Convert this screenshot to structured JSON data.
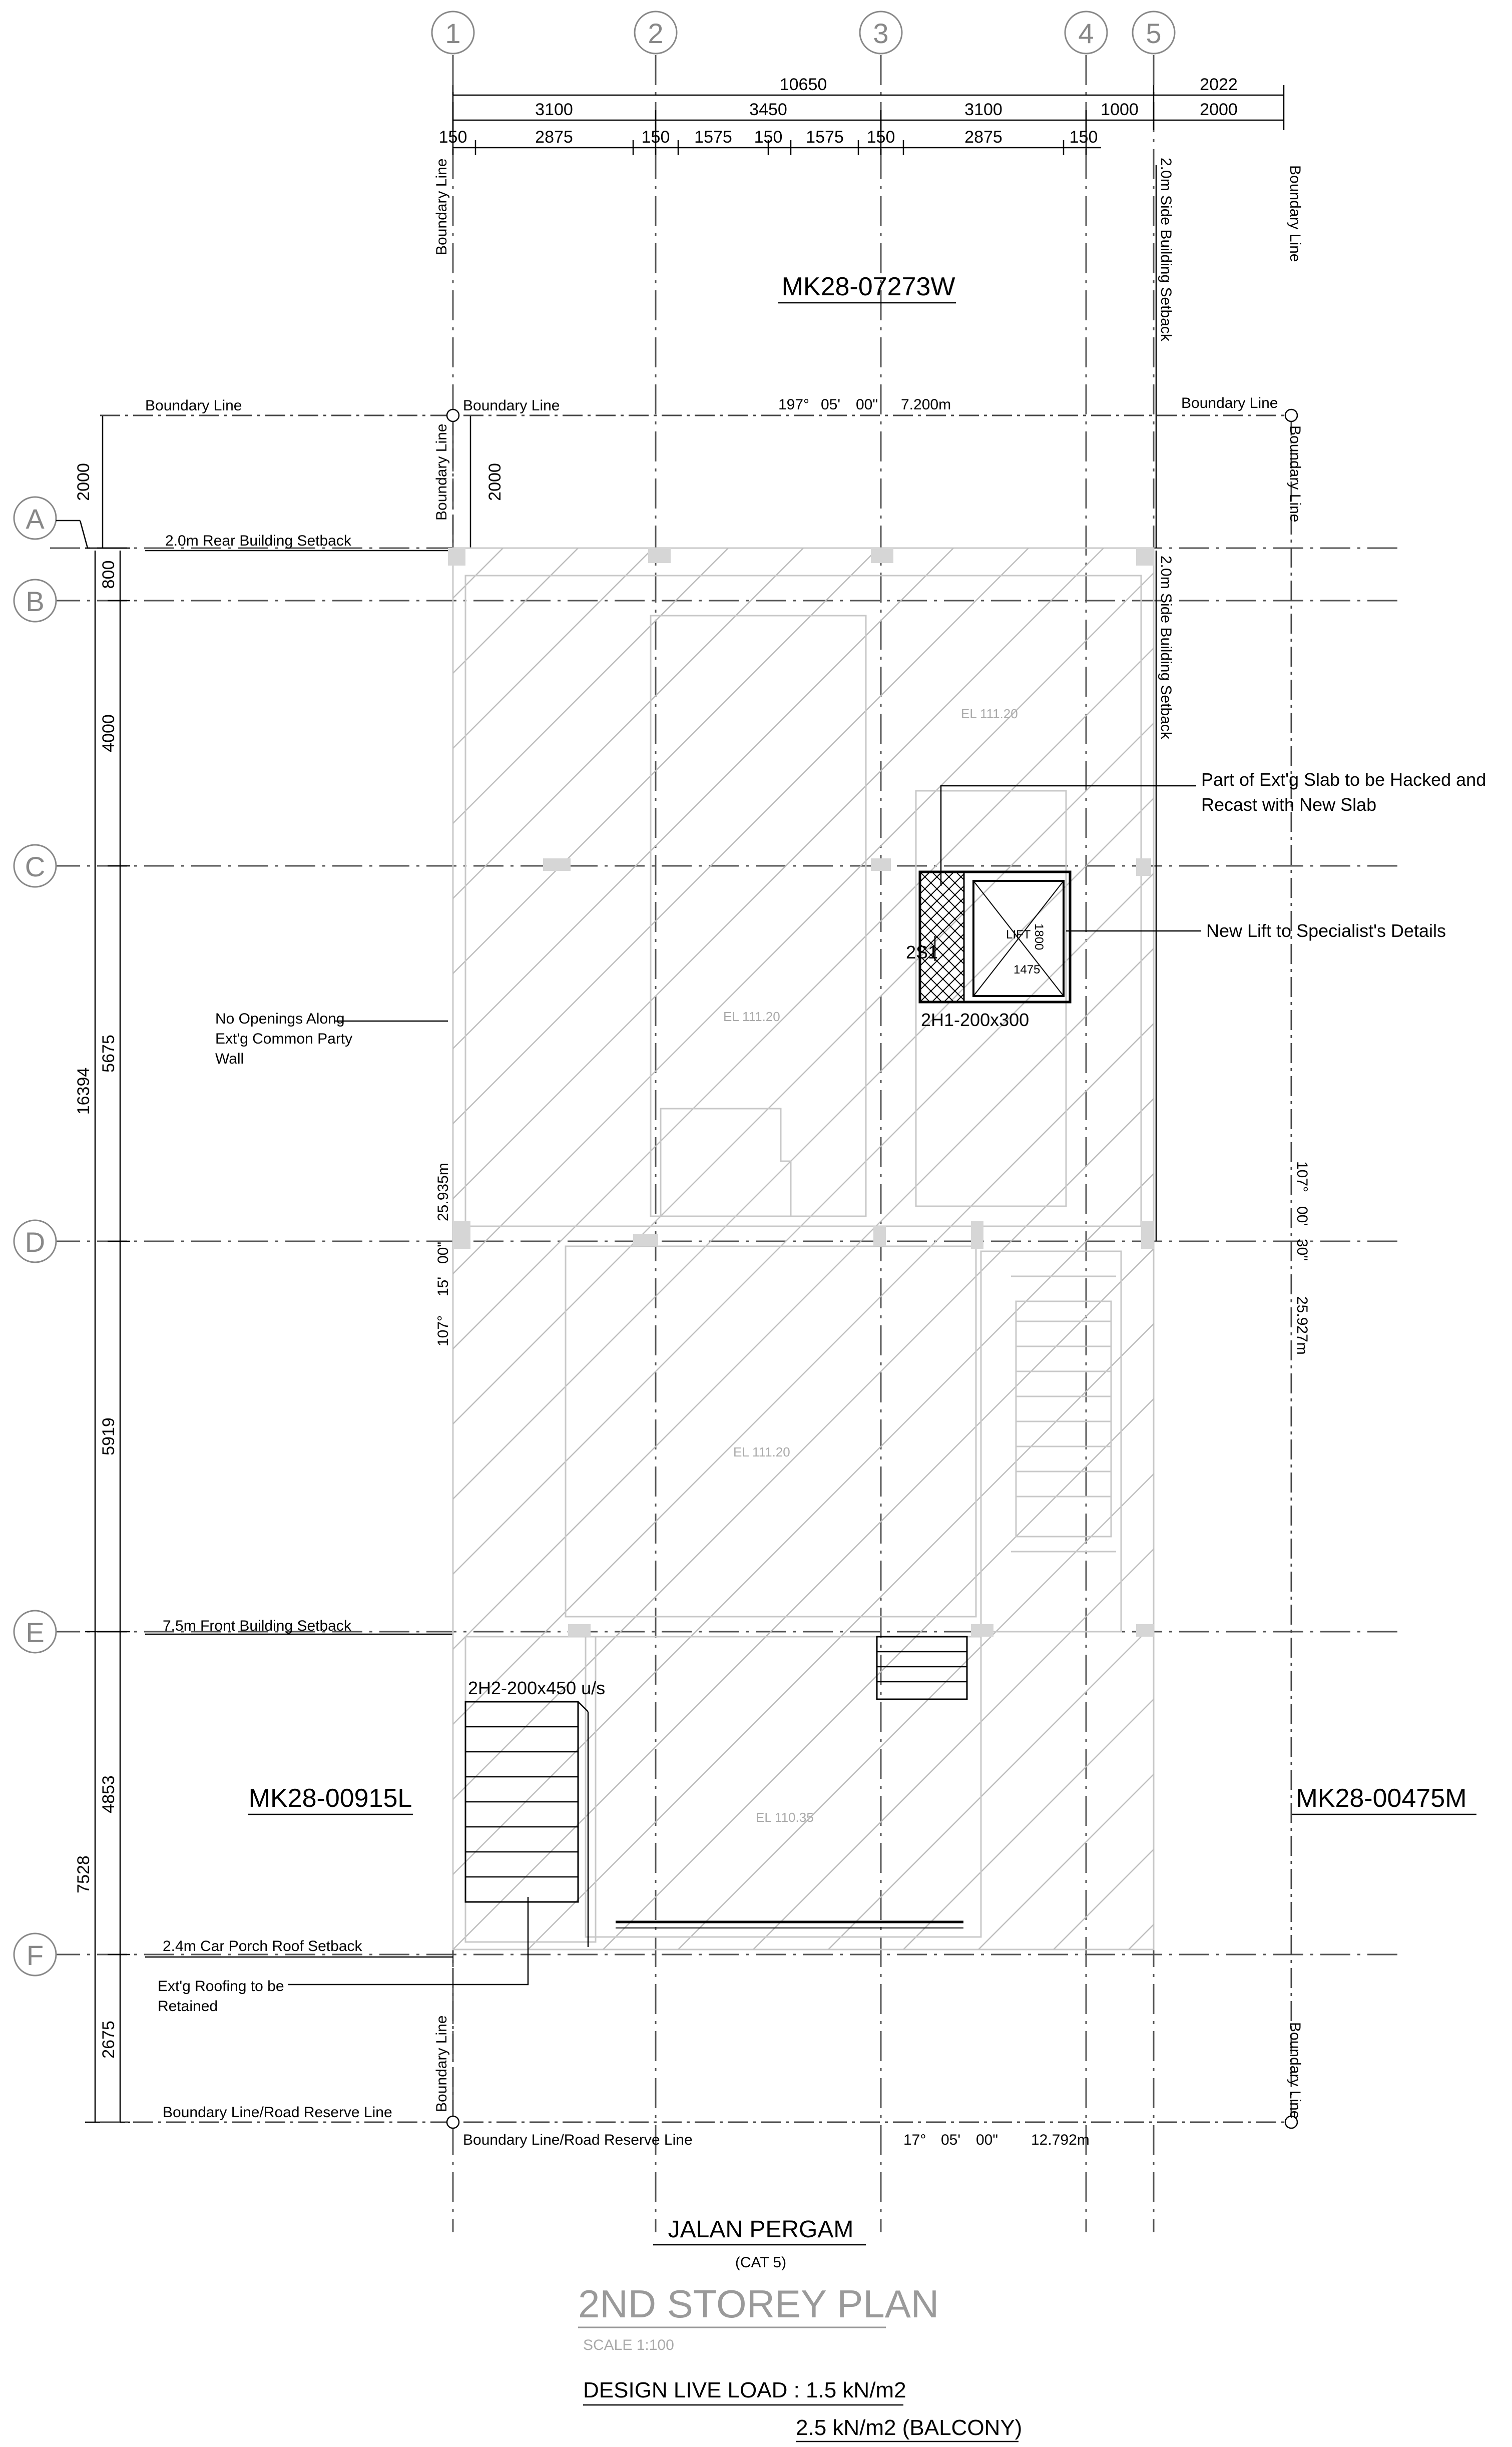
{
  "grid_axes": {
    "vertical": [
      "1",
      "2",
      "3",
      "4",
      "5"
    ],
    "horizontal": [
      "A",
      "B",
      "C",
      "D",
      "E",
      "F"
    ]
  },
  "dimensions": {
    "top_overall": "10650",
    "top_right": "2022",
    "top_row2": [
      "3100",
      "3450",
      "3100",
      "1000",
      "2000"
    ],
    "top_row3": [
      "150",
      "2875",
      "150",
      "1575",
      "150",
      "1575",
      "150",
      "2875",
      "150"
    ],
    "left_setback": "2000",
    "left_setback_inner": "2000",
    "left_overall": "16394",
    "left_row": [
      "800",
      "4000",
      "5675",
      "5919"
    ],
    "left_lower_overall": "7528",
    "left_lower": [
      "4853",
      "2675"
    ]
  },
  "lots": {
    "rear": "MK28-07273W",
    "left": "MK28-00915L",
    "right": "MK28-00475M"
  },
  "setbacks": {
    "rear": "2.0m Rear Building Setback",
    "side_upper": "2.0m Side Building Setback",
    "side_lower": "2.0m Side Building Setback",
    "front": "7.5m Front Building Setback",
    "car_porch": "2.4m Car Porch Roof Setback"
  },
  "boundary": {
    "label": "Boundary Line",
    "road": "Boundary Line/Road Reserve Line",
    "rear_bearing": [
      "197°",
      "05'",
      "00\"",
      "7.200m"
    ],
    "front_bearing": [
      "17°",
      "05'",
      "00\"",
      "12.792m"
    ],
    "left_bearing": [
      "107°",
      "15'",
      "00\""
    ],
    "left_length": "25.935m",
    "right_bearing": [
      "107°",
      "00'",
      "30\""
    ],
    "right_length": "25.927m"
  },
  "annotations": {
    "slab_hacked_1": "Part of Ext'g Slab to be Hacked and",
    "slab_hacked_2": "Recast with New Slab",
    "new_lift": "New Lift to Specialist's Details",
    "no_openings_1": "No Openings Along",
    "no_openings_2": "Ext'g Common Party",
    "no_openings_3": "Wall",
    "roofing_1": "Ext'g Roofing to be",
    "roofing_2": "Retained",
    "beam_2h1": "2H1-200x300",
    "beam_2h2": "2H2-200x450 u/s",
    "slab_2s1": "2S1",
    "lift_label": "LIFT",
    "lift_w": "1475",
    "lift_d": "1800",
    "el_1": "EL 111.20",
    "el_2": "EL 111.20",
    "el_3": "EL 111.20",
    "el_4": "EL 110.35"
  },
  "road": {
    "name": "JALAN PERGAM",
    "category": "(CAT 5)"
  },
  "title": {
    "main": "2ND STOREY PLAN",
    "scale": "SCALE 1:100"
  },
  "design_load": {
    "line1": "DESIGN LIVE LOAD : 1.5 kN/m2",
    "line2": "2.5 kN/m2 (BALCONY)"
  }
}
